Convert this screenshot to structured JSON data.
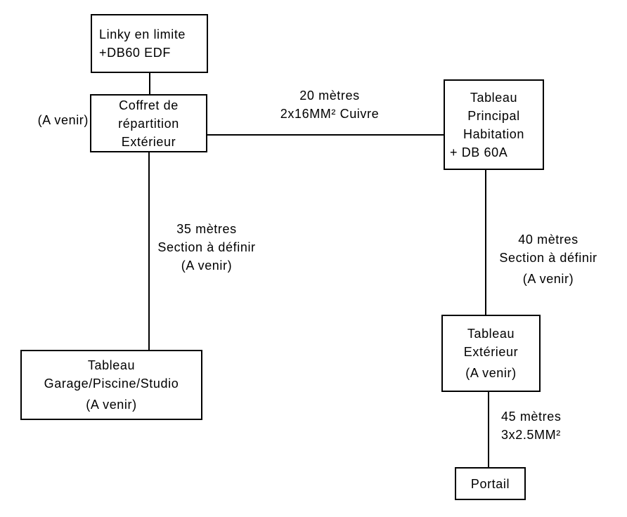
{
  "diagram": {
    "colors": {
      "background": "#ffffff",
      "line": "#000000",
      "text": "#000000"
    },
    "nodes": {
      "linky": {
        "lines": [
          "Linky en limite",
          "+DB60 EDF"
        ]
      },
      "coffret": {
        "lines": [
          "Coffret de",
          "répartition",
          "Extérieur"
        ]
      },
      "principal": {
        "lines": [
          "Tableau",
          "Principal",
          "Habitation",
          "+ DB 60A"
        ]
      },
      "garage": {
        "lines": [
          "Tableau",
          "Garage/Piscine/Studio",
          "(A venir)"
        ]
      },
      "exterieur": {
        "lines": [
          "Tableau",
          "Extérieur",
          "(A venir)"
        ]
      },
      "portail": {
        "lines": [
          "Portail"
        ]
      }
    },
    "annotations": {
      "coffret_status": "(A venir)"
    },
    "edges": {
      "coffret_principal": {
        "lines": [
          "20 mètres",
          "2x16MM² Cuivre"
        ]
      },
      "coffret_garage": {
        "lines": [
          "35 mètres",
          "Section à définir",
          "(A venir)"
        ]
      },
      "principal_exterieur": {
        "lines": [
          "40 mètres",
          "Section à définir",
          "(A venir)"
        ]
      },
      "exterieur_portail": {
        "lines": [
          "45 mètres",
          "3x2.5MM²"
        ]
      }
    }
  }
}
